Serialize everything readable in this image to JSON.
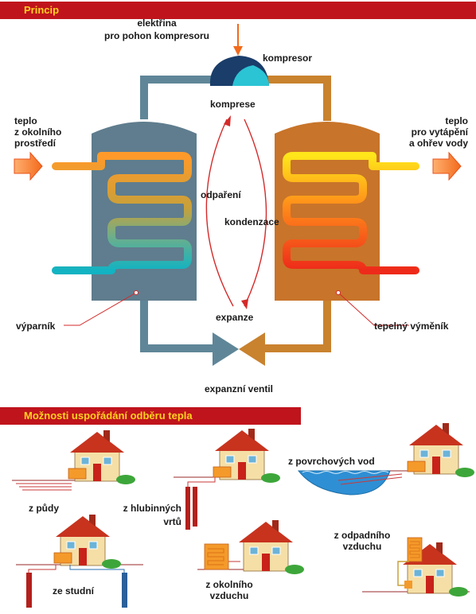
{
  "principle": {
    "title": "Princip",
    "electricity_line1": "elektřina",
    "electricity_line2": "pro pohon kompresoru",
    "compressor": "kompresor",
    "compression": "komprese",
    "heat_in_line1": "teplo",
    "heat_in_line2": "z okolního",
    "heat_in_line3": "prostředí",
    "heat_out_line1": "teplo",
    "heat_out_line2": "pro vytápění",
    "heat_out_line3": "a ohřev vody",
    "evaporation": "odpaření",
    "condensation": "kondenzace",
    "expansion": "expanze",
    "evaporator": "výparník",
    "heat_exchanger": "tepelný výměník",
    "expansion_valve": "expanzní ventil"
  },
  "options": {
    "title": "Možnosti uspořádání odběru tepla",
    "soil": "z půdy",
    "deep_line1": "z hlubinných",
    "deep_line2": "vrtů",
    "surface_water": "z povrchových vod",
    "wells": "ze studní",
    "ambient_line1": "z okolního",
    "ambient_line2": "vzduchu",
    "waste_line1": "z odpadního",
    "waste_line2": "vzduchu"
  },
  "colors": {
    "banner_red": "#c0141c",
    "banner_text": "#ffd21e",
    "evaporator_body": "#5f7d8e",
    "exchanger_body": "#c8742a",
    "compressor": "#15b8c8"
  }
}
